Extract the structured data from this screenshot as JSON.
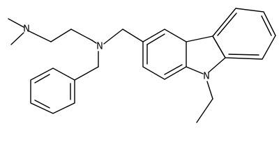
{
  "molecule": {
    "atoms": {
      "n_dimethyl": "N",
      "n_tertiary": "N",
      "n_carbazole": "N"
    },
    "colors": {
      "bond": "#000000",
      "label": "#000000",
      "background": "#ffffff"
    }
  }
}
